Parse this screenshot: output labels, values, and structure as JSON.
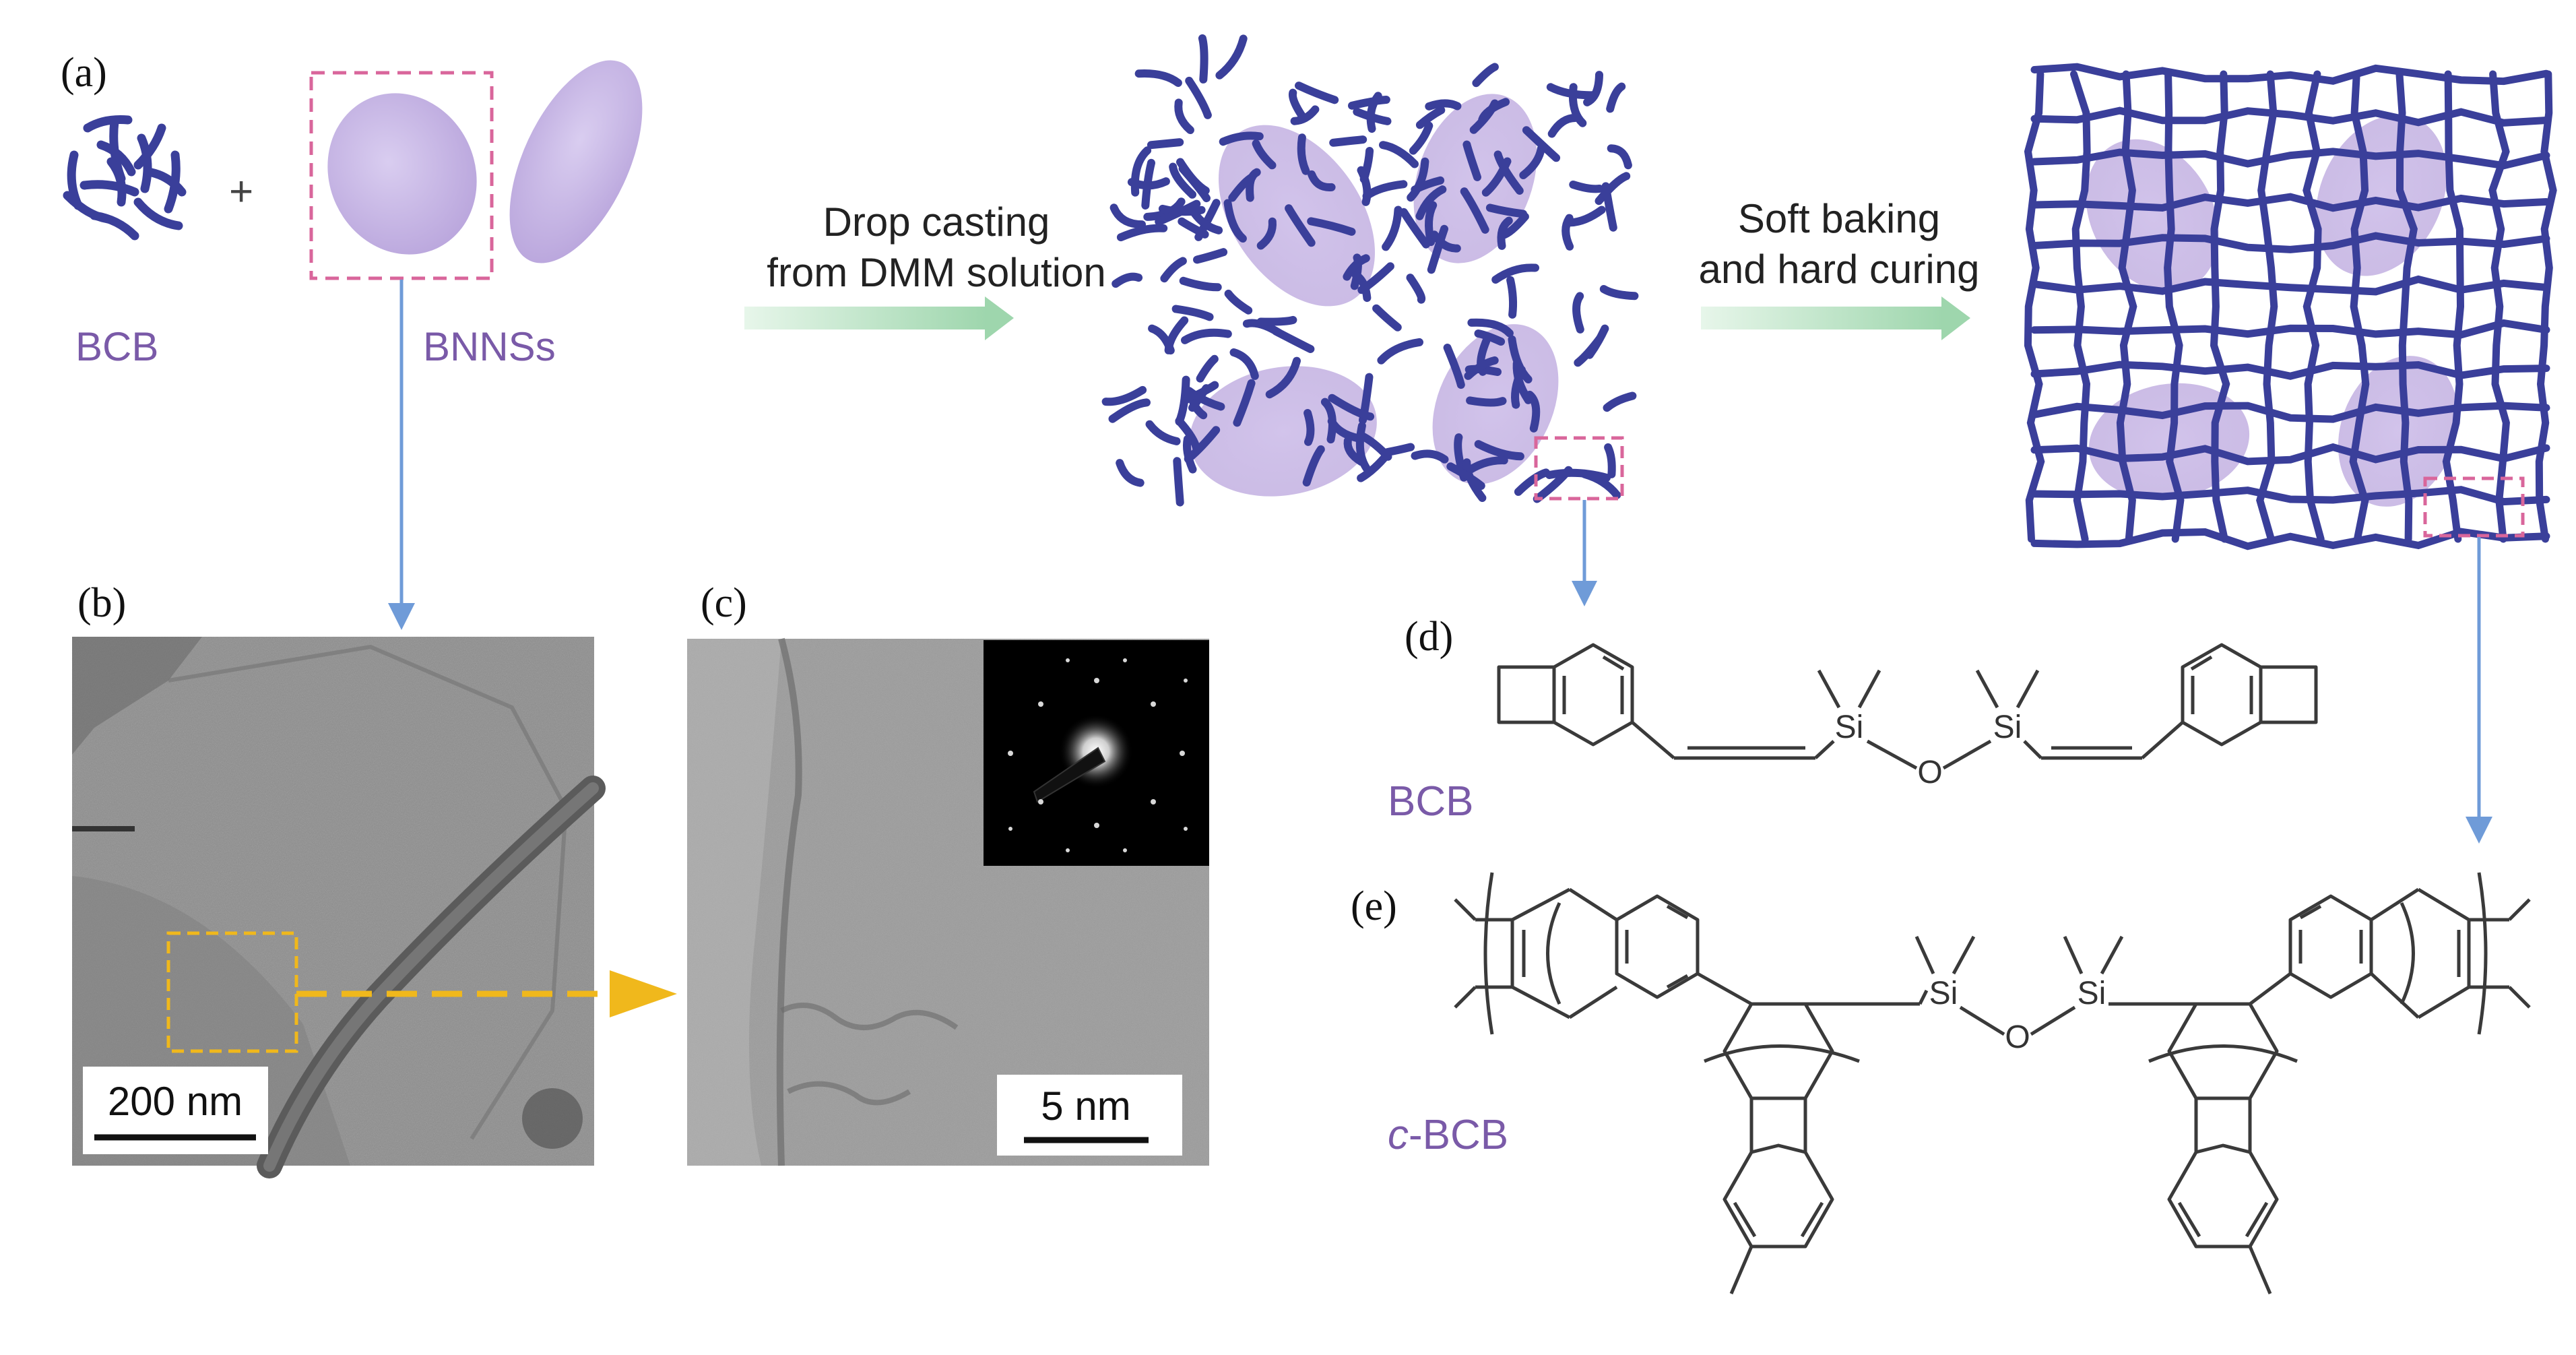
{
  "panels": {
    "a": "(a)",
    "b": "(b)",
    "c": "(c)",
    "d": "(d)",
    "e": "(e)"
  },
  "labels": {
    "plus": "+",
    "bcb": "BCB",
    "bnnss": "BNNSs",
    "step1_line1": "Drop casting",
    "step1_line2": "from DMM solution",
    "step2_line1": "Soft baking",
    "step2_line2": "and hard curing"
  },
  "scale_bars": {
    "b": "200 nm",
    "c": "5 nm"
  },
  "chem": {
    "si": "Si",
    "o": "O",
    "bcb_name": "BCB",
    "cbcb_prefix": "c",
    "cbcb_suffix": "-BCB"
  },
  "colors": {
    "polymer": "#3a3f9a",
    "sheet": "#c7b6e3",
    "label": "#7a5aa8",
    "pink_box": "#d9669b",
    "blue_arrow": "#6f9bd8",
    "green_arrow": "#a9dcb6",
    "yellow_arrow": "#f0b81c",
    "bond": "#3a3a3a"
  }
}
